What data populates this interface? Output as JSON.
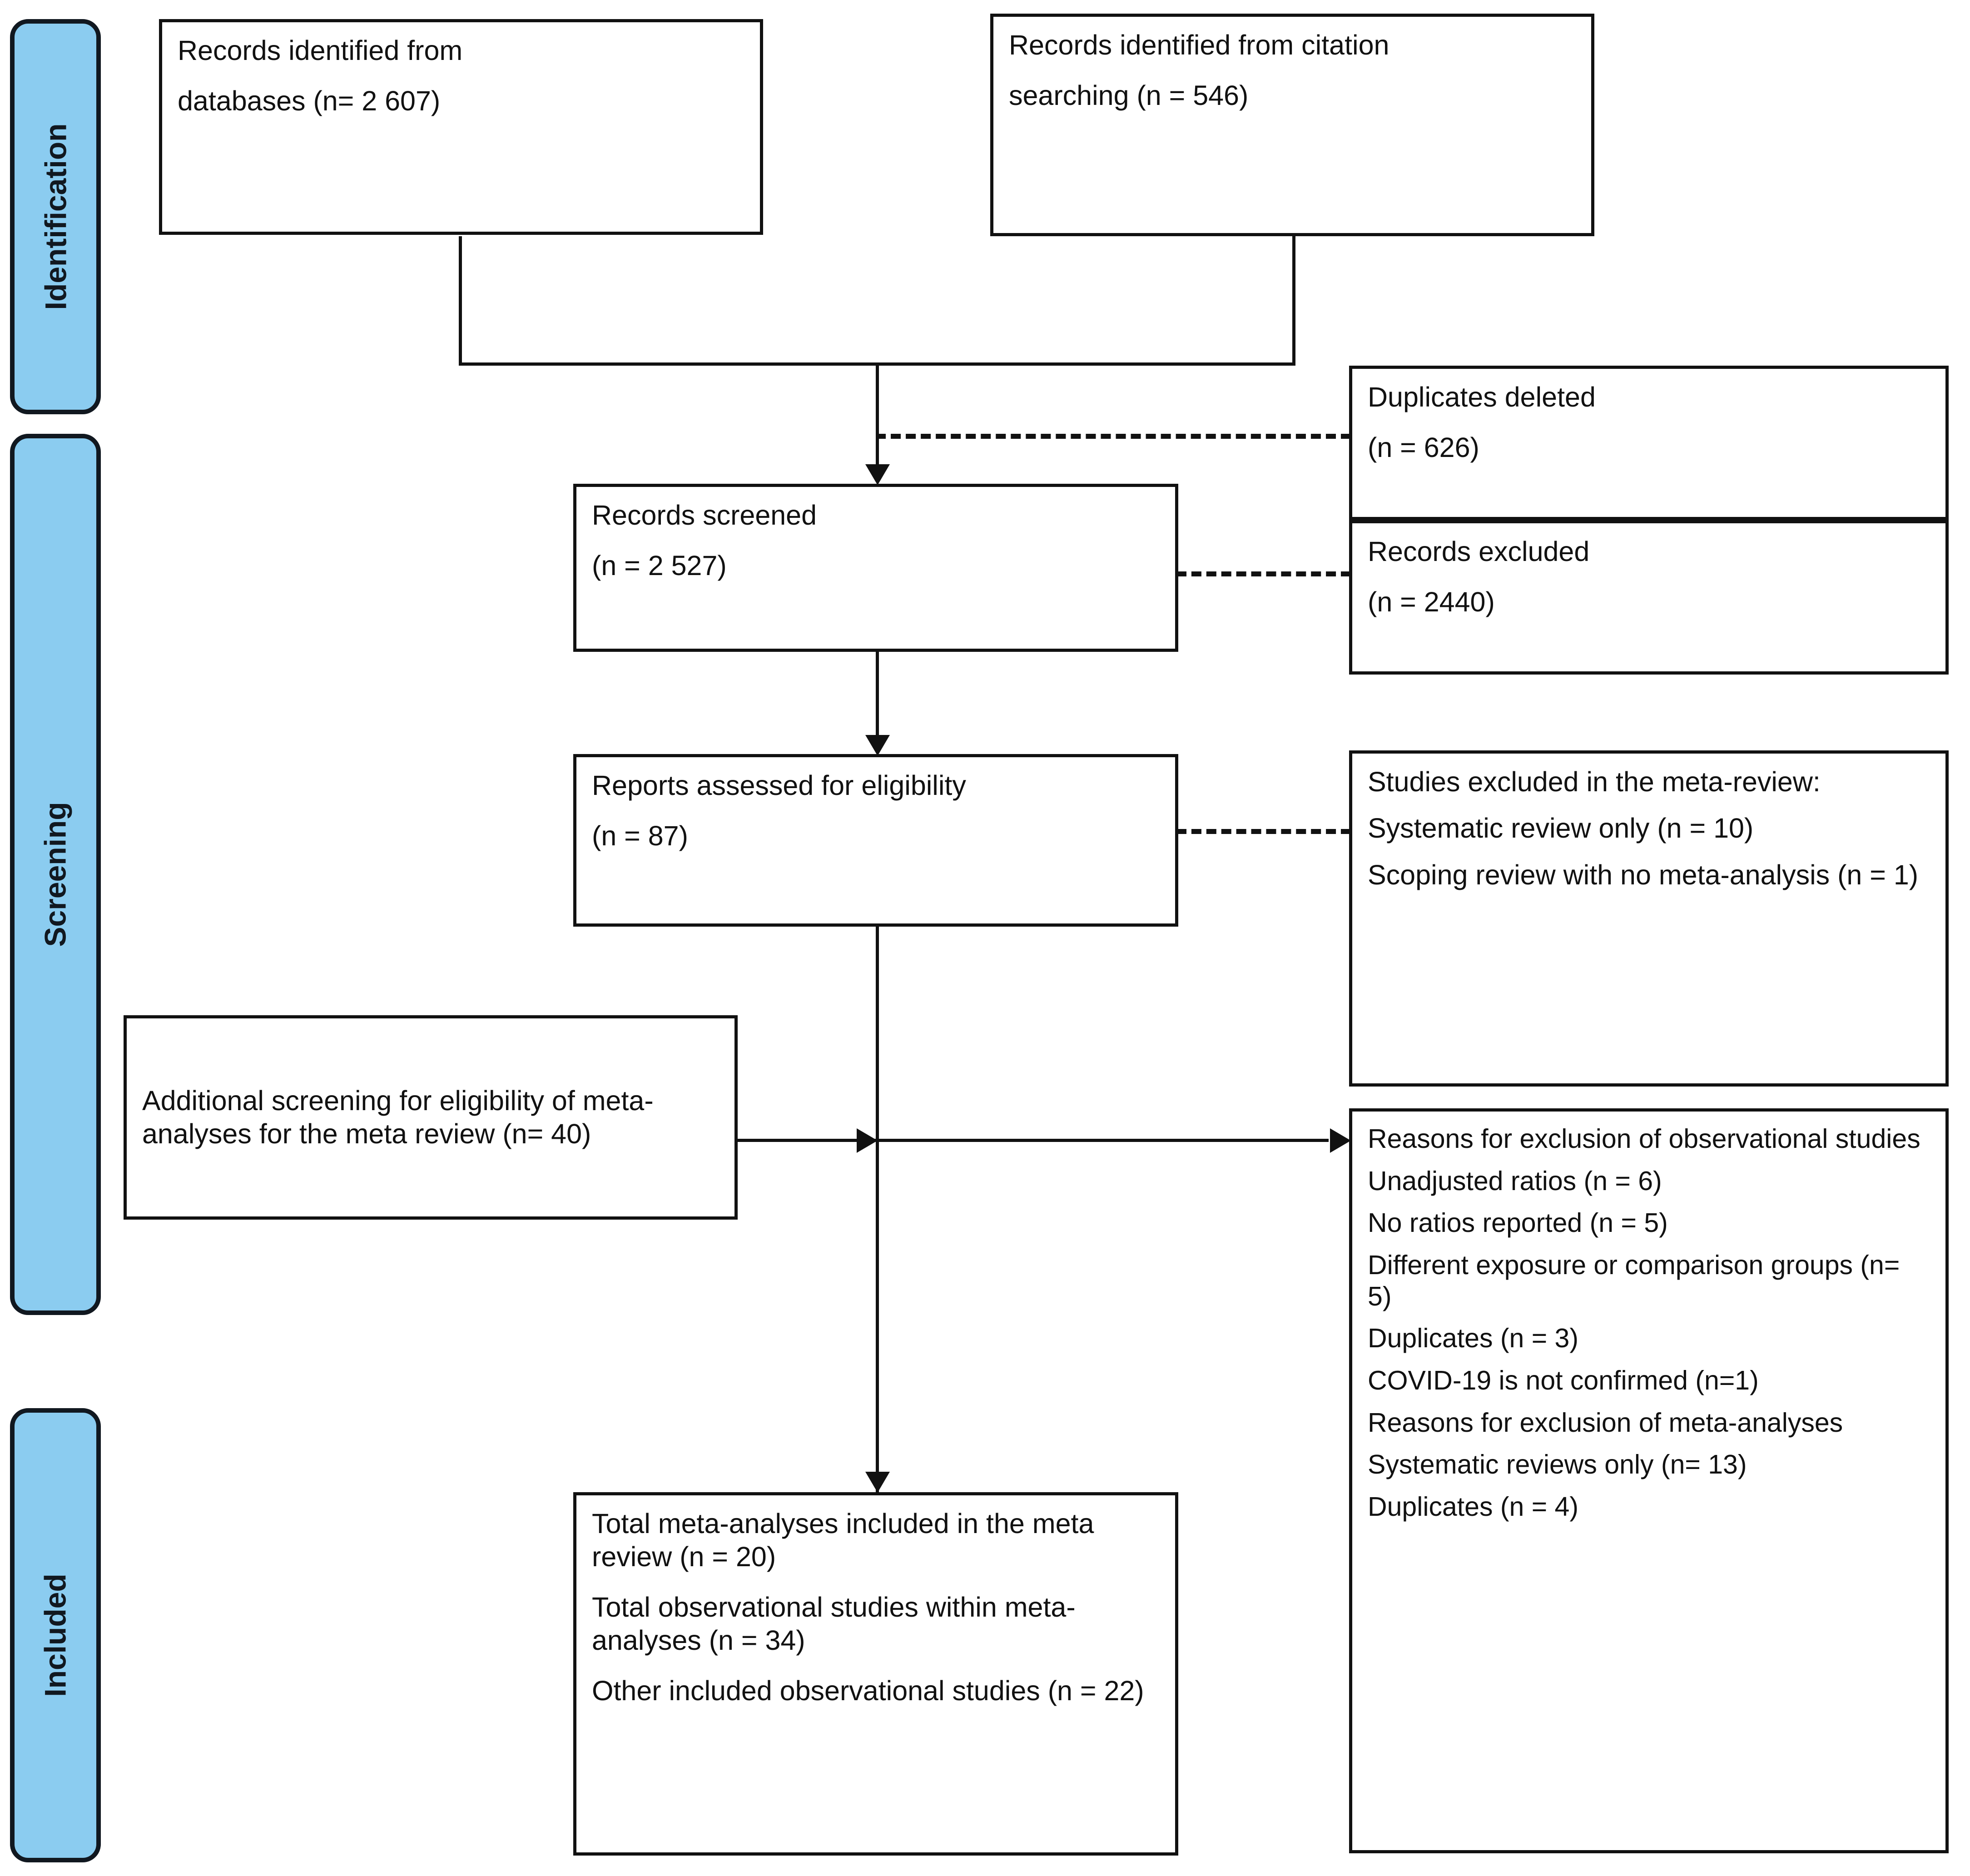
{
  "diagram": {
    "title": "PRISMA flow diagram",
    "accent_color": "#8BCCF0",
    "line_color": "#111111"
  },
  "phases": [
    {
      "id": "identification",
      "label": "Identification"
    },
    {
      "id": "screening",
      "label": "Screening"
    },
    {
      "id": "included",
      "label": "Included"
    }
  ],
  "boxes": {
    "records_databases": {
      "lines": [
        "Records identified from",
        "databases (n= 2 607)"
      ]
    },
    "records_citation": {
      "lines": [
        "Records identified from citation",
        "searching (n = 546)"
      ]
    },
    "duplicates_deleted": {
      "lines": [
        "Duplicates deleted",
        "(n = 626)"
      ]
    },
    "records_screened": {
      "lines": [
        "Records screened",
        "(n = 2 527)"
      ]
    },
    "records_excluded": {
      "lines": [
        "Records excluded",
        "(n = 2440)"
      ]
    },
    "reports_assessed": {
      "lines": [
        "Reports assessed for eligibility",
        "(n = 87)"
      ]
    },
    "studies_excluded_meta_review": {
      "lines": [
        "Studies excluded in the meta-review:",
        "Systematic review only (n = 10)",
        "Scoping review with no meta-analysis (n = 1)"
      ]
    },
    "additional_screening": {
      "lines": [
        "Additional screening for eligibility of meta-analyses for the meta review (n= 40)"
      ]
    },
    "reasons_for_exclusion": {
      "lines": [
        "Reasons for exclusion of observational studies",
        "Unadjusted ratios (n = 6)",
        "No ratios reported (n = 5)",
        "Different exposure or comparison groups (n= 5)",
        "Duplicates (n = 3)",
        "COVID-19 is not confirmed (n=1)",
        "Reasons for exclusion of meta-analyses",
        "Systematic reviews only (n= 13)",
        "Duplicates (n = 4)"
      ]
    },
    "included_totals": {
      "lines": [
        "Total meta-analyses included in the meta review (n = 20)",
        "Total observational studies within meta-analyses (n = 34)",
        "Other included observational studies (n = 22)"
      ]
    }
  },
  "counts": {
    "records_from_databases": 2607,
    "records_from_citation_searching": 546,
    "duplicates_deleted": 626,
    "records_screened": 2527,
    "records_excluded": 2440,
    "reports_assessed_for_eligibility": 87,
    "systematic_review_only_excluded": 10,
    "scoping_review_no_meta_analysis_excluded": 1,
    "additional_screening_meta_analyses": 40,
    "unadjusted_ratios": 6,
    "no_ratios_reported": 5,
    "different_exposure_or_comparison_groups": 5,
    "duplicates_observational": 3,
    "covid19_not_confirmed": 1,
    "systematic_reviews_only_meta": 13,
    "duplicates_meta": 4,
    "total_meta_analyses_included": 20,
    "total_observational_studies_within_meta_analyses": 34,
    "other_included_observational_studies": 22
  }
}
